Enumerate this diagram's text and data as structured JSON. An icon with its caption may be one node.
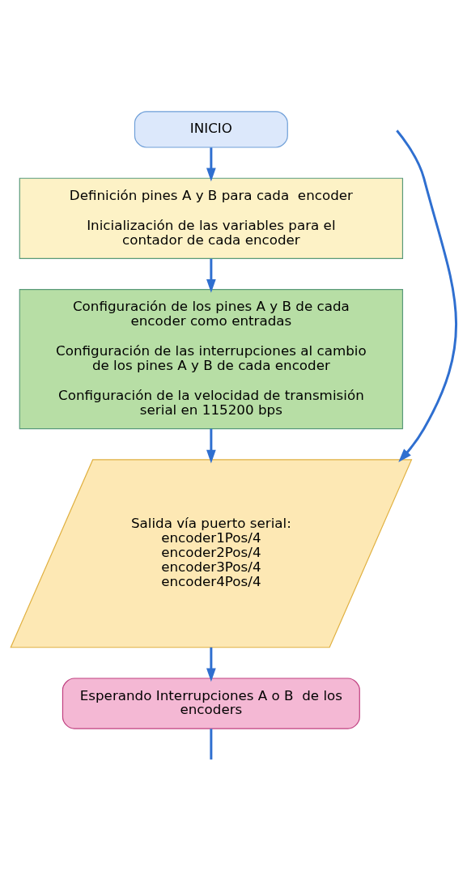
{
  "diagram": {
    "nodes": [
      {
        "text": [
          "INICIO"
        ]
      },
      {
        "text": [
          "Definición pines A y B para cada  encoder",
          "Inicialización de las variables para el contador de cada encoder"
        ]
      },
      {
        "text": [
          "Configuración de los pines A y B de cada encoder como entradas",
          "Configuración de las interrupciones al cambio de los pines A y B de cada encoder",
          "Configuración de la velocidad de transmisión serial en 115200 bps"
        ]
      },
      {
        "text": [
          "Salida vía puerto serial:",
          "encoder1Pos/4",
          "encoder2Pos/4",
          "encoder3Pos/4",
          "encoder4Pos/4"
        ]
      },
      {
        "text": [
          "Esperando Interrupciones A o B  de los encoders"
        ]
      }
    ],
    "edges": [
      {
        "from": 0,
        "to": 1,
        "arrow": "to"
      },
      {
        "from": 1,
        "to": 2,
        "arrow": "to"
      },
      {
        "from": 2,
        "to": 3,
        "arrow": "to"
      },
      {
        "from": 3,
        "to": 4,
        "arrow": "to"
      },
      {
        "from": 4,
        "to": null,
        "arrow": "none"
      },
      {
        "from": null,
        "to": 3,
        "arrow": "to"
      }
    ]
  }
}
